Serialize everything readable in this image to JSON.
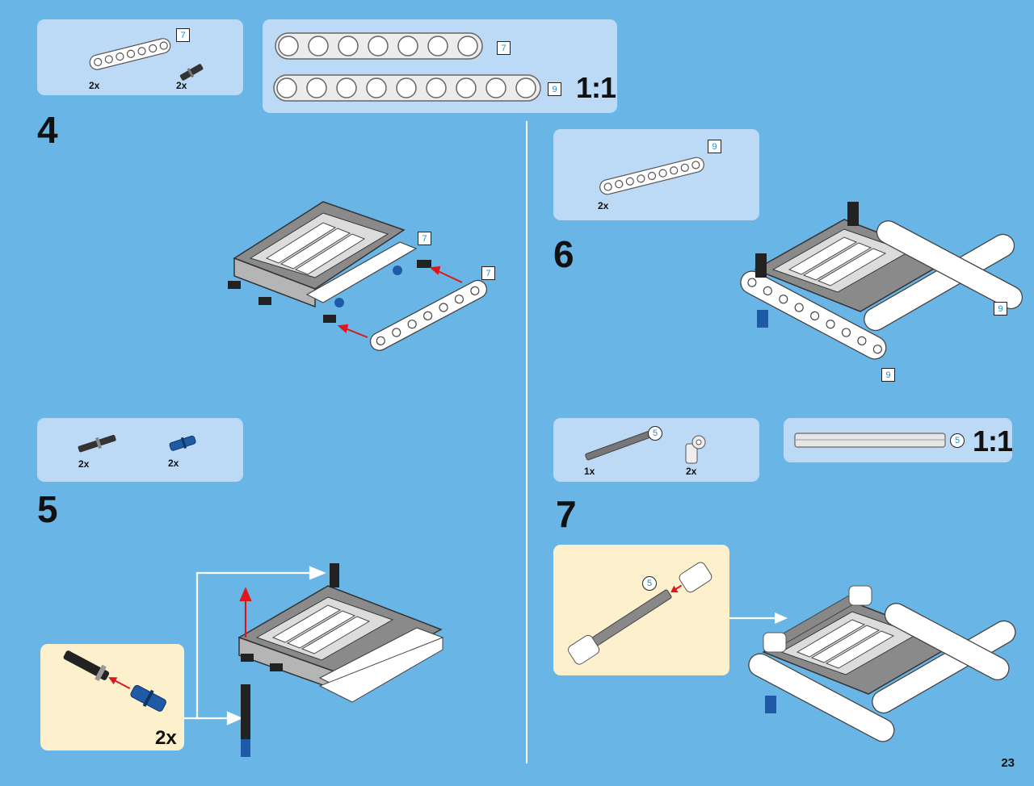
{
  "page_number": "23",
  "scale_label": "1:1",
  "steps": [
    {
      "number": "4"
    },
    {
      "number": "5"
    },
    {
      "number": "6"
    },
    {
      "number": "7"
    }
  ],
  "step4": {
    "parts": [
      {
        "qty": "2x",
        "name": "beam",
        "length": "7"
      },
      {
        "qty": "2x",
        "name": "pin-with-friction"
      }
    ],
    "scale_beams": [
      {
        "length": "7",
        "holes": 7
      },
      {
        "length": "9",
        "holes": 9
      }
    ],
    "assembly_labels": [
      "7",
      "7"
    ]
  },
  "step5": {
    "parts": [
      {
        "qty": "2x",
        "name": "long-pin"
      },
      {
        "qty": "2x",
        "name": "blue-pin"
      }
    ],
    "callout_multiplier": "2x"
  },
  "step6": {
    "parts": [
      {
        "qty": "2x",
        "name": "beam",
        "length": "9"
      }
    ],
    "assembly_labels": [
      "9",
      "9"
    ]
  },
  "step7": {
    "parts": [
      {
        "qty": "1x",
        "name": "axle",
        "length": "5"
      },
      {
        "qty": "2x",
        "name": "angle-connector"
      }
    ],
    "scale_axle_length": "5",
    "callout_label": "5"
  },
  "colors": {
    "background": "#69b6e6",
    "panel": "#bcd9f5",
    "callout": "#fdf0cd",
    "arrow": "#e0151b",
    "length_text": "#1a8fd0"
  }
}
